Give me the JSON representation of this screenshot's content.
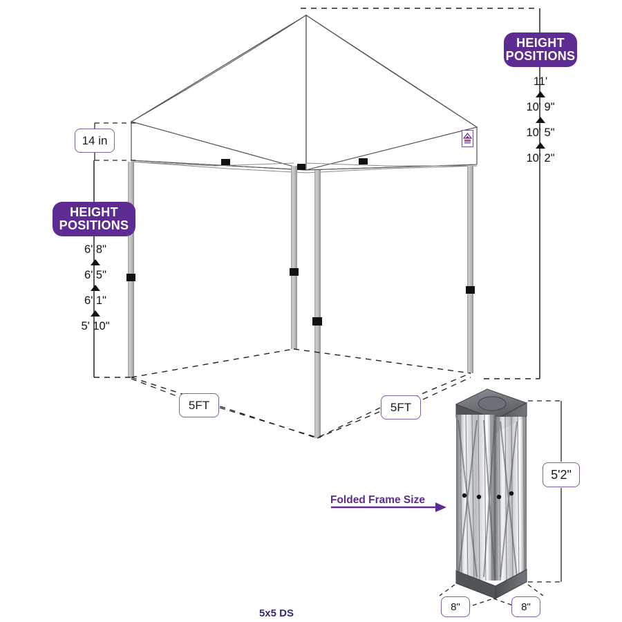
{
  "caption": "5x5 DS",
  "colors": {
    "badge_purple": "#5d2b91",
    "box_border": "#7a5ea8",
    "caption_purple": "#3b2a72",
    "pole_gray": "#b9b9bb",
    "frame_dark": "#5b5f63"
  },
  "right_height_positions": {
    "title_line1": "HEIGHT",
    "title_line2": "POSITIONS",
    "values": [
      "11'",
      "10' 9\"",
      "10' 5\"",
      "10' 2\""
    ]
  },
  "left_height_positions": {
    "title_line1": "HEIGHT",
    "title_line2": "POSITIONS",
    "values": [
      "6' 8\"",
      "6' 5\"",
      "6' 1\"",
      "5' 10\""
    ]
  },
  "dimensions": {
    "valance_height": "14 in",
    "footprint_left": "5FT",
    "footprint_right": "5FT",
    "folded_height": "5'2\"",
    "folded_width_left": "8\"",
    "folded_width_right": "8\""
  },
  "annotations": {
    "folded_frame_label": "Folded Frame Size"
  }
}
